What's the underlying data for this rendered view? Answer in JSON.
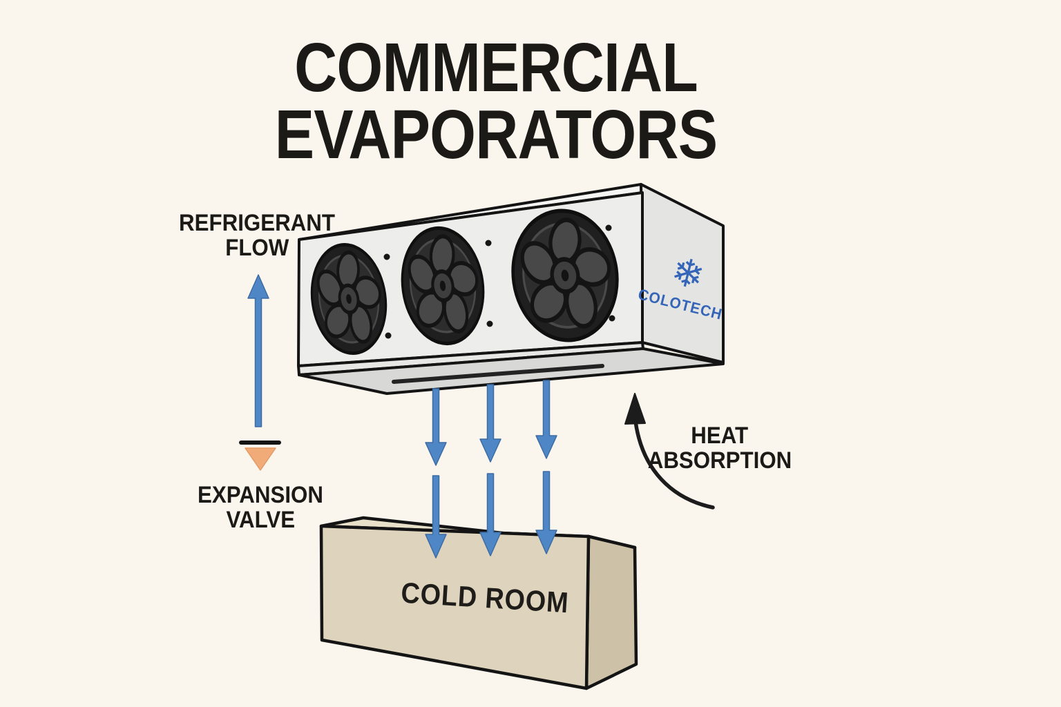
{
  "title": {
    "line1": "COMMERCIAL",
    "line2": "EVAPORATORS"
  },
  "labels": {
    "refrigerant_flow_line1": "REFRIGERANT",
    "refrigerant_flow_line2": "FLOW",
    "expansion_valve_line1": "EXPANSION",
    "expansion_valve_line2": "VALVE",
    "heat_absorption_line1": "HEAT",
    "heat_absorption_line2": "ABSORPTION",
    "cold_room": "COLD ROOM"
  },
  "evaporator": {
    "brand": "COLOTECH",
    "snowflake_icon": "❄",
    "fan_count": 3
  },
  "colors": {
    "background": "#faf5ed",
    "ink": "#1c1a17",
    "accent_blue": "#4e86c6",
    "valve_orange": "#f0ab78",
    "logo_blue": "#3565b8",
    "evap_face": "#ededeb",
    "cold_front": "#ded3bc"
  }
}
